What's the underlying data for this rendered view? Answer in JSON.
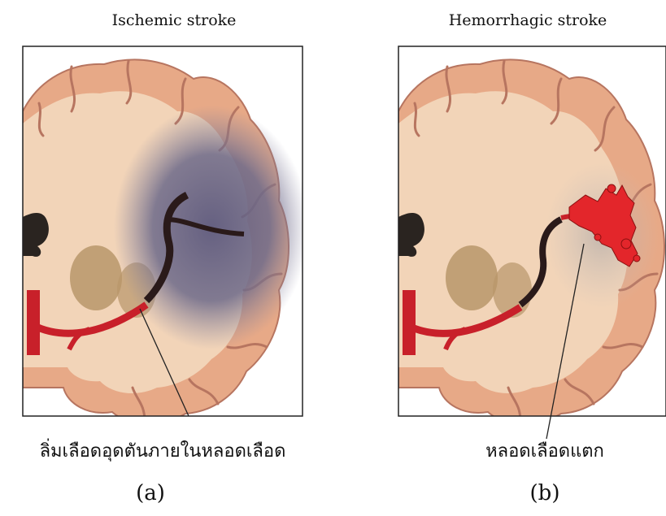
{
  "panels": [
    {
      "title": "Ischemic stroke",
      "callout": "ลิ่มเลือดอุดตันภายในหลอดเลือด",
      "letter": "(a)"
    },
    {
      "title": "Hemorrhagic stroke",
      "callout": "หลอดเลือดแตก",
      "letter": "(b)"
    }
  ],
  "colors": {
    "tissue": "#f2d4b8",
    "cortex": "#e7a987",
    "cortex_edge": "#c9826a",
    "ischemia": "#6d6a8a",
    "artery": "#c8202a",
    "artery_dark": "#2a1a1a",
    "hemorrhage": "#e3262b",
    "basal_ganglia": "#b8966a"
  }
}
